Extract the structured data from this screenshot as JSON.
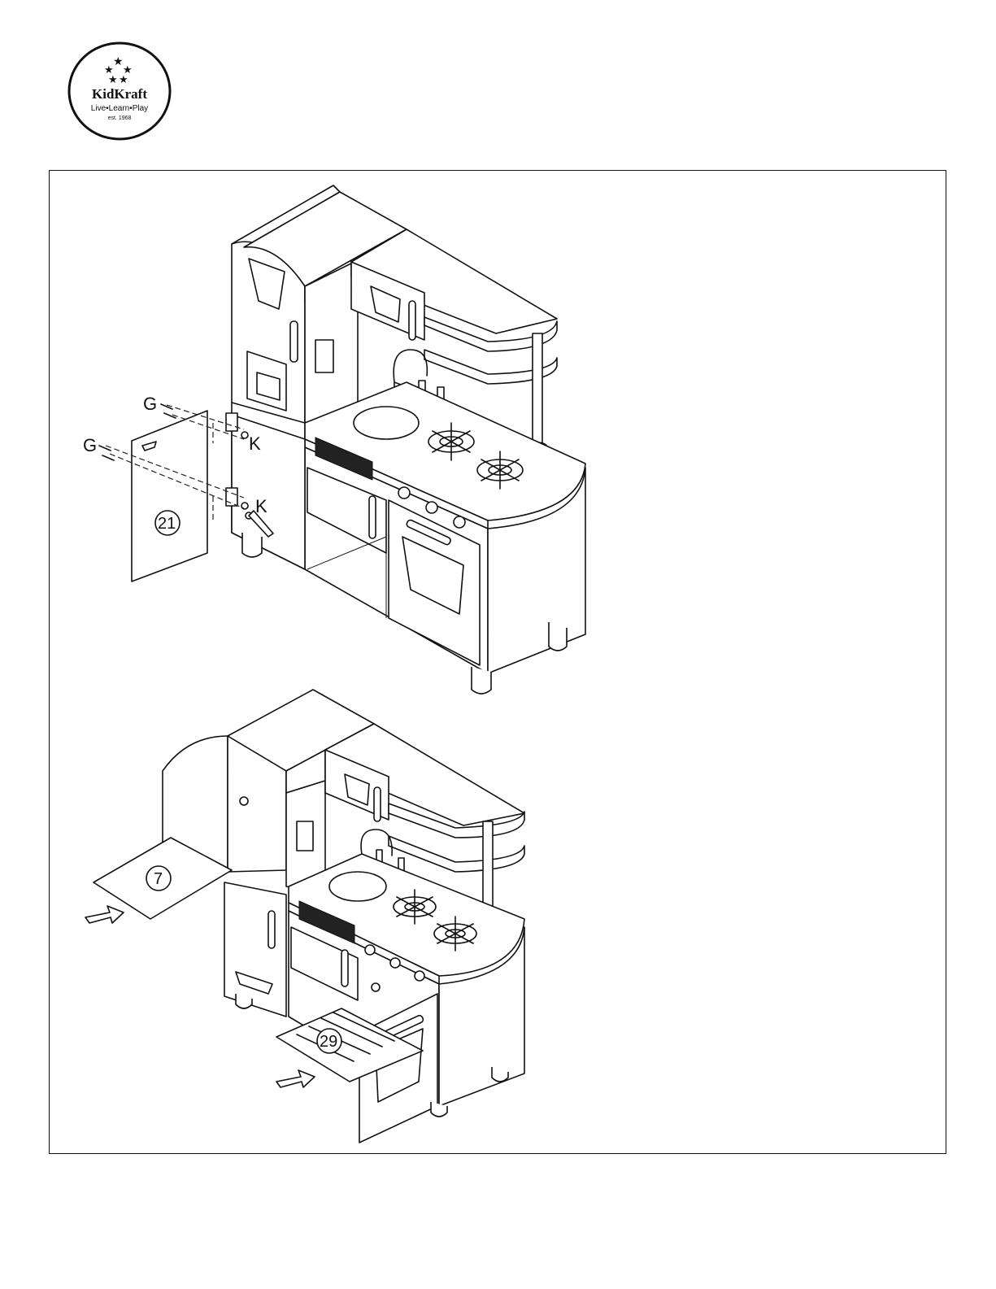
{
  "logo": {
    "brand": "KidKraft",
    "tagline": "Live•Learn•Play",
    "established": "est. 1968"
  },
  "step1": {
    "part_number": "21",
    "screw_label_upper": "G",
    "screw_label_lower": "G",
    "nut_label_upper": "K",
    "nut_label_lower": "K"
  },
  "step2": {
    "shelf_part_number": "7",
    "rack_part_number": "29"
  }
}
